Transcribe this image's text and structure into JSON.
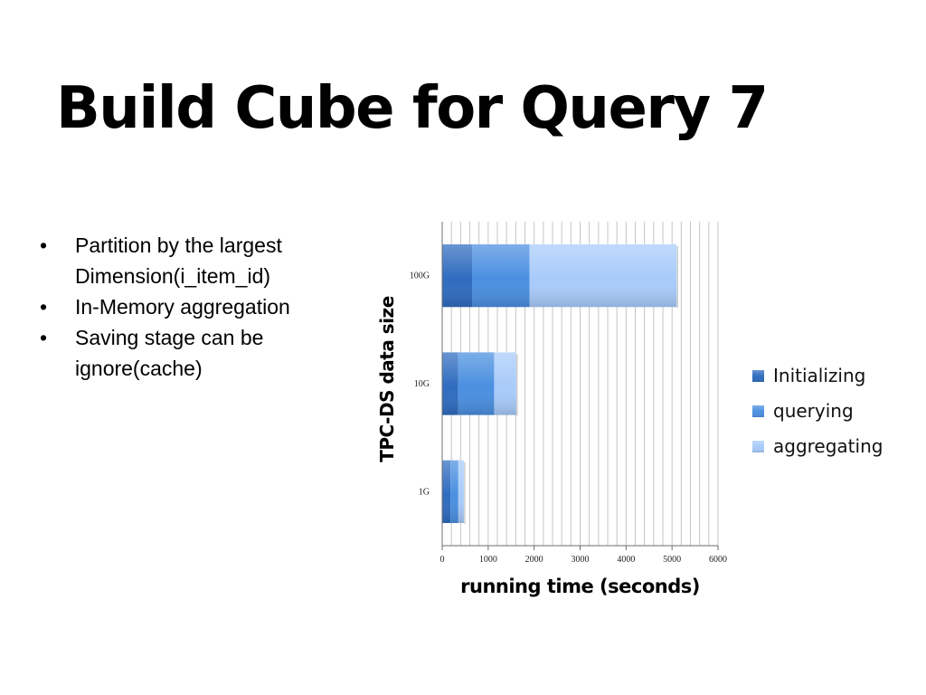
{
  "slide": {
    "title": "Build Cube for Query 7",
    "bullets": [
      "Partition by the largest Dimension(i_item_id)",
      "In-Memory aggregation",
      "Saving stage can be ignore(cache)"
    ]
  },
  "chart_data": {
    "type": "bar",
    "orientation": "horizontal",
    "stacked": true,
    "title": "",
    "xlabel": "running time (seconds)",
    "ylabel": "TPC-DS data size",
    "categories": [
      "100G",
      "10G",
      "1G"
    ],
    "xlim": [
      0,
      6000
    ],
    "xticks": [
      0,
      1000,
      2000,
      3000,
      4000,
      5000,
      6000
    ],
    "grid": "vertical",
    "legend": "right",
    "series": [
      {
        "name": "Initializing",
        "values": [
          650,
          350,
          180
        ],
        "color": "#2f6cbf"
      },
      {
        "name": "querying",
        "values": [
          1250,
          780,
          170
        ],
        "color": "#4a8fe0"
      },
      {
        "name": "aggregating",
        "values": [
          3200,
          480,
          120
        ],
        "color": "#a8cbfa"
      }
    ]
  }
}
